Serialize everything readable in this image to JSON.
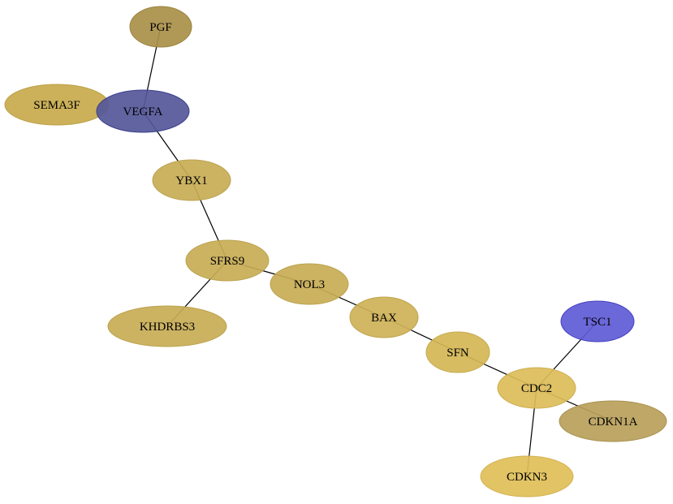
{
  "graph": {
    "nodes": [
      {
        "id": "PGF",
        "label": "PGF",
        "fill": "#a99048",
        "stroke": "#9b8540"
      },
      {
        "id": "SEMA3F",
        "label": "SEMA3F",
        "fill": "#c8aa4c",
        "stroke": "#bba046"
      },
      {
        "id": "VEGFA",
        "label": "VEGFA",
        "fill": "#545799",
        "stroke": "#3b3f8a"
      },
      {
        "id": "YBX1",
        "label": "YBX1",
        "fill": "#c8ad55",
        "stroke": "#bba24e"
      },
      {
        "id": "SFRS9",
        "label": "SFRS9",
        "fill": "#c8ad55",
        "stroke": "#bba24e"
      },
      {
        "id": "KHDRBS3",
        "label": "KHDRBS3",
        "fill": "#c8ad55",
        "stroke": "#bba24e"
      },
      {
        "id": "NOL3",
        "label": "NOL3",
        "fill": "#c8ad55",
        "stroke": "#bba24e"
      },
      {
        "id": "BAX",
        "label": "BAX",
        "fill": "#ceb157",
        "stroke": "#c0a550"
      },
      {
        "id": "SFN",
        "label": "SFN",
        "fill": "#d4b655",
        "stroke": "#c6ab4f"
      },
      {
        "id": "TSC1",
        "label": "TSC1",
        "fill": "#5e5bd6",
        "stroke": "#4540c4"
      },
      {
        "id": "CDC2",
        "label": "CDC2",
        "fill": "#dcbc59",
        "stroke": "#ceb052"
      },
      {
        "id": "CDKN1A",
        "label": "CDKN1A",
        "fill": "#b9a05a",
        "stroke": "#a89250"
      },
      {
        "id": "CDKN3",
        "label": "CDKN3",
        "fill": "#e0bf58",
        "stroke": "#d2b251"
      }
    ],
    "edges": [
      [
        "PGF",
        "VEGFA"
      ],
      [
        "VEGFA",
        "YBX1"
      ],
      [
        "YBX1",
        "SFRS9"
      ],
      [
        "SFRS9",
        "KHDRBS3"
      ],
      [
        "SFRS9",
        "NOL3"
      ],
      [
        "NOL3",
        "BAX"
      ],
      [
        "BAX",
        "SFN"
      ],
      [
        "SFN",
        "CDC2"
      ],
      [
        "CDC2",
        "TSC1"
      ],
      [
        "CDC2",
        "CDKN1A"
      ],
      [
        "CDC2",
        "CDKN3"
      ]
    ]
  }
}
